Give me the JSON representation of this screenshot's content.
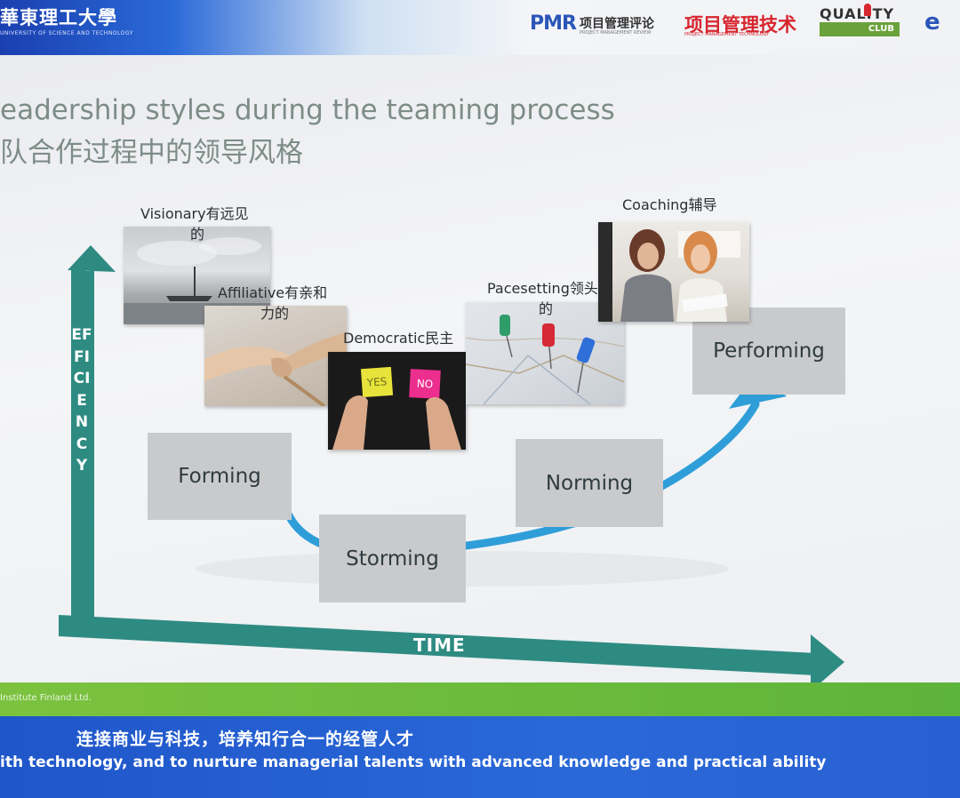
{
  "header": {
    "university": "華東理工大學",
    "university_sub": "UNIVERSITY OF SCIENCE AND TECHNOLOGY",
    "pmr_logo": "PMR",
    "pmr_cn": "项目管理评论",
    "pmr_en": "PROJECT MANAGEMENT REVIEW",
    "pmt_cn": "项目管理技术",
    "pmt_en": "PROJECT MANAGEMENT TECHNOLOGY",
    "quality": "QUALITY",
    "club": "CLUB",
    "e_logo": "e"
  },
  "slide": {
    "title_en": "eadership styles during the teaming process",
    "title_cn": "队合作过程中的领导风格"
  },
  "axes": {
    "y_label": "EFFICIENCY",
    "x_label": "TIME",
    "color": "#2e8b82"
  },
  "stages": {
    "forming": "Forming",
    "storming": "Storming",
    "norming": "Norming",
    "performing": "Performing"
  },
  "styles": {
    "visionary_line1": "Visionary有远见",
    "visionary_line2": "的",
    "affiliative_line1": "Affiliative有亲和",
    "affiliative_line2": "力的",
    "democratic": "Democratic民主",
    "pacesetting_line1": "Pacesetting领头",
    "pacesetting_line2": "的",
    "coaching": "Coaching辅导"
  },
  "sticky_notes": {
    "yes": "YES",
    "no": "NO"
  },
  "footer": {
    "institute": "Institute Finland Ltd.",
    "slogan_cn": "连接商业与科技，培养知行合一的经管人才",
    "slogan_en": "ith technology, and to nurture managerial talents with advanced knowledge and practical ability"
  },
  "colors": {
    "teal_axis": "#2e8b82",
    "curve_blue": "#2f9ed8",
    "stage_box": "#c9cacc",
    "green_band": "#6cbb3c",
    "blue_band": "#2560d0"
  }
}
